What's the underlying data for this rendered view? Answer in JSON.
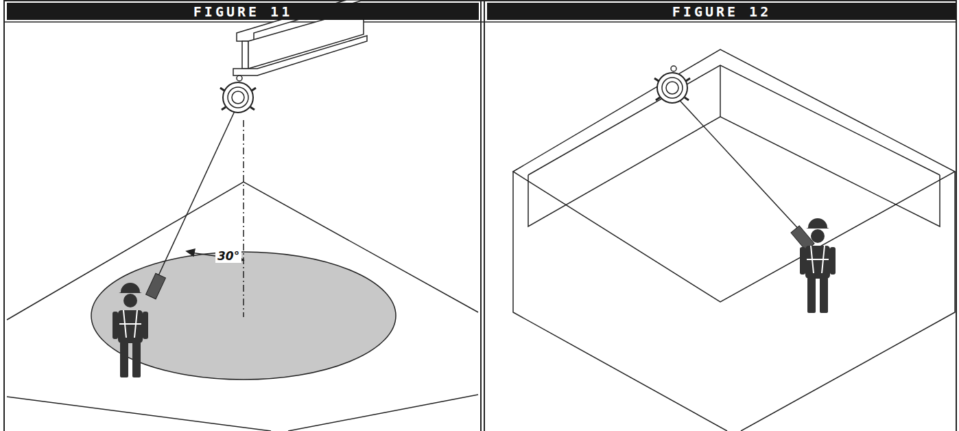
{
  "diagram": {
    "nodes": [
      {
        "text": [
          "FIGURE 11"
        ]
      },
      {
        "text": [
          "FIGURE 12"
        ]
      }
    ],
    "labels": [
      "30°"
    ]
  }
}
